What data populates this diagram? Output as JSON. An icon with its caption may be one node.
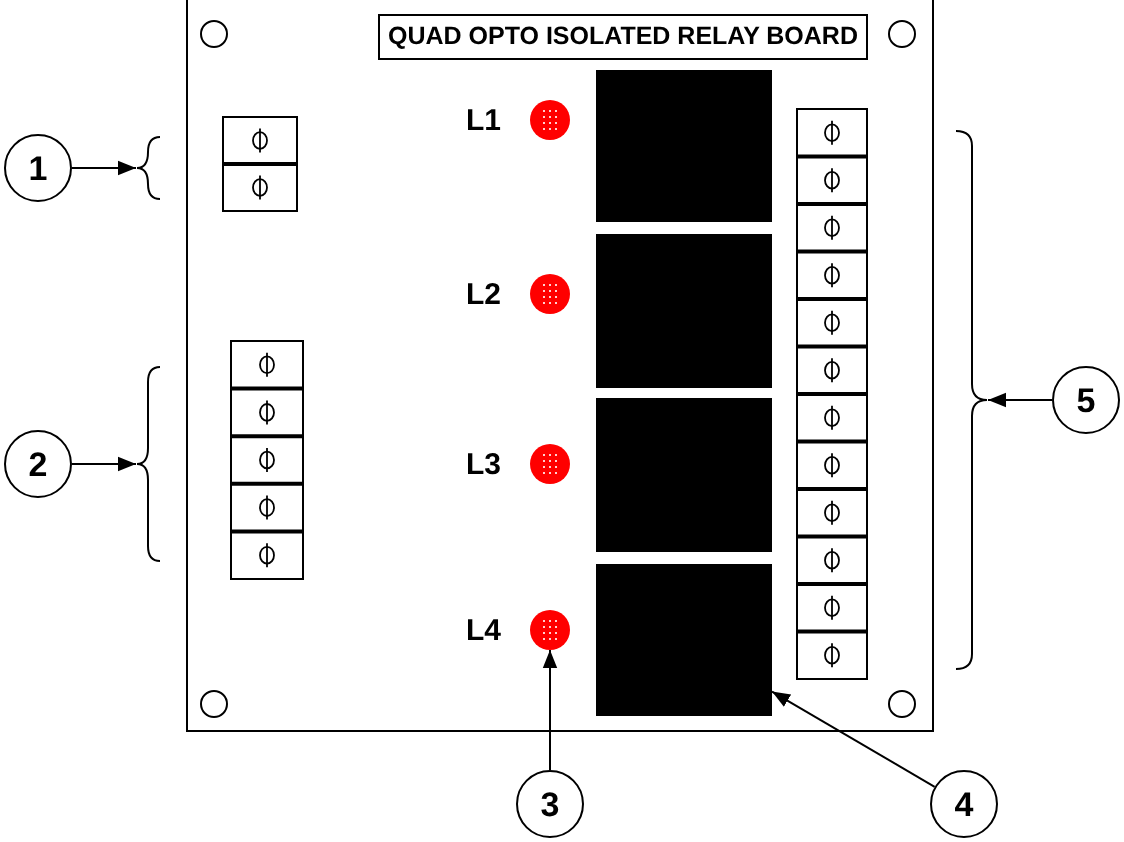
{
  "diagram": {
    "nodes": [
      {
        "text": [],
        "shape": "box"
      },
      {
        "text": [
          "QUAD OPTO ISOLATED RELAY BOARD"
        ],
        "in": 0
      },
      {
        "text": [
          "1"
        ]
      },
      {
        "text": [],
        "shape": "brace"
      },
      {
        "text": [],
        "shape": "circle",
        "beside": [
          "L1"
        ],
        "in": 0
      },
      {
        "text": [],
        "shape": "box",
        "in": 0
      },
      {
        "text": [],
        "shape": "circle",
        "beside": [
          "L2"
        ],
        "in": 0
      },
      {
        "text": [],
        "shape": "box",
        "in": 0
      },
      {
        "text": [],
        "shape": "brace"
      },
      {
        "text": [
          "5"
        ]
      },
      {
        "text": [
          "2"
        ]
      },
      {
        "text": [],
        "shape": "brace"
      },
      {
        "text": [],
        "shape": "circle",
        "beside": [
          "L3"
        ],
        "in": 0
      },
      {
        "text": [],
        "shape": "box",
        "in": 0
      },
      {
        "text": [],
        "shape": "circle",
        "beside": [
          "L4"
        ],
        "in": 0
      },
      {
        "text": [],
        "shape": "box",
        "in": 0
      },
      {
        "text": [
          "3"
        ]
      },
      {
        "text": [
          "4"
        ]
      }
    ],
    "edges": [
      {
        "from": 2,
        "to": 3,
        "arrow": "to"
      },
      {
        "from": 9,
        "to": 8,
        "arrow": "to"
      },
      {
        "from": 10,
        "to": 11,
        "arrow": "to"
      },
      {
        "from": 16,
        "to": 14,
        "arrow": "to"
      },
      {
        "from": 17,
        "to": 15,
        "arrow": "to"
      }
    ]
  }
}
